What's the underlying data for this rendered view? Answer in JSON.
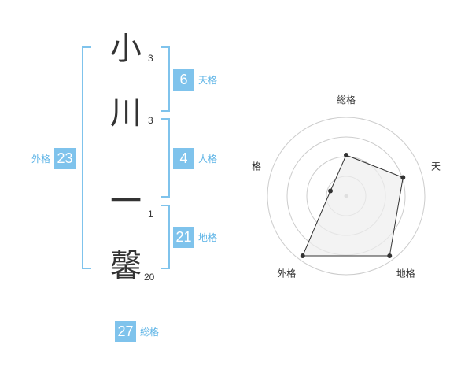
{
  "characters": [
    {
      "char": "小",
      "strokes": "3"
    },
    {
      "char": "川",
      "strokes": "3"
    },
    {
      "char": "一",
      "strokes": "1"
    },
    {
      "char": "馨",
      "strokes": "20"
    }
  ],
  "scores": {
    "tenkaku": {
      "value": "6",
      "label": "天格"
    },
    "jinkaku": {
      "value": "4",
      "label": "人格"
    },
    "chikaku": {
      "value": "21",
      "label": "地格"
    },
    "gaikaku": {
      "value": "23",
      "label": "外格"
    },
    "soukaku": {
      "value": "27",
      "label": "総格"
    }
  },
  "colors": {
    "accent": "#7fc3ec",
    "label": "#5bb3e6",
    "radar_fill": "#eeeeee"
  },
  "chart_data": {
    "type": "radar",
    "axes": [
      "総格",
      "天格",
      "地格",
      "外格",
      "人格"
    ],
    "values": [
      0.52,
      0.76,
      0.94,
      0.94,
      0.21
    ],
    "max": 1,
    "rings": 4
  }
}
